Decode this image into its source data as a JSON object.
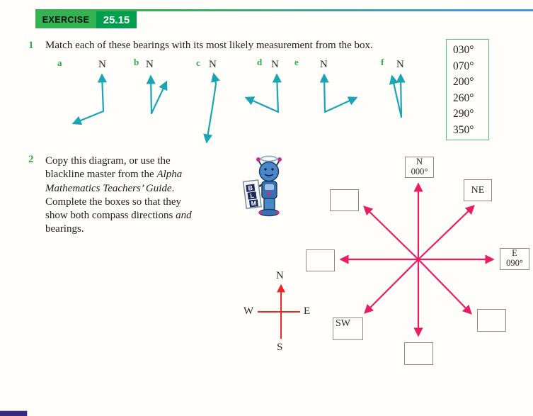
{
  "header": {
    "label": "EXERCISE",
    "number": "25.15"
  },
  "q1": {
    "number": "1",
    "prompt": "Match each of these bearings with its most likely measurement from the box.",
    "diagrams": [
      {
        "label": "a",
        "north": "N"
      },
      {
        "label": "b",
        "north": "N"
      },
      {
        "label": "c",
        "north": "N"
      },
      {
        "label": "d",
        "north": "N"
      },
      {
        "label": "e",
        "north": "N"
      },
      {
        "label": "f",
        "north": "N"
      }
    ],
    "box_values": [
      "030°",
      "070°",
      "200°",
      "260°",
      "290°",
      "350°"
    ]
  },
  "q2": {
    "number": "2",
    "lines": [
      [
        {
          "t": "Copy this diagram, or use the"
        }
      ],
      [
        {
          "t": "blackline master from the "
        },
        {
          "t": "Alpha",
          "i": 1
        }
      ],
      [
        {
          "t": "Mathematics Teachers’ Guide",
          "i": 1
        },
        {
          "t": "."
        }
      ],
      [
        {
          "t": "Complete the boxes so that they"
        }
      ],
      [
        {
          "t": "show both compass directions "
        },
        {
          "t": "and",
          "i": 1
        }
      ],
      [
        {
          "t": "bearings."
        }
      ]
    ],
    "blm": [
      "B",
      "L",
      "M"
    ],
    "rose": {
      "n": [
        "N",
        "000°"
      ],
      "ne": "NE",
      "e": [
        "E",
        "090°"
      ],
      "sw": "SW"
    },
    "mini": {
      "n": "N",
      "e": "E",
      "s": "S",
      "w": "W"
    }
  },
  "colors": {
    "header-green": "#33b351",
    "header-dark-green": "#009e4d",
    "accent-green": "#2cae4a",
    "rule-blue": "#3b9de0",
    "teal": "#1aa4b4",
    "pink": "#ec1c64",
    "red": "#ee2724",
    "box-border": "#8b8b8b",
    "answer-box-border": "#57c272",
    "footer-indigo": "#352c7e"
  }
}
